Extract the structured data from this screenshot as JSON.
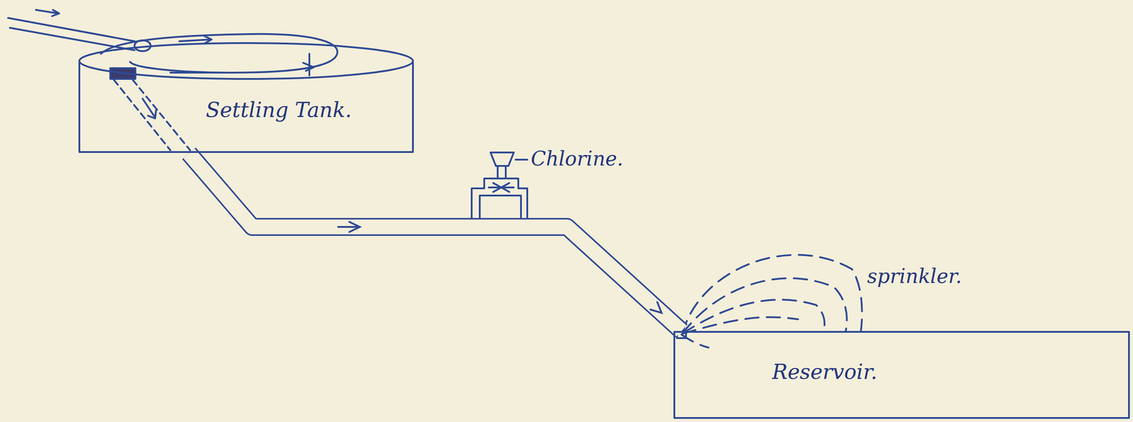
{
  "diagram": {
    "nodes": [
      {
        "text": [
          "Settling Tank."
        ]
      },
      {
        "text": [
          "Reservoir."
        ]
      }
    ],
    "edges": [
      {
        "from": 0,
        "to": 1,
        "arrow": "to"
      }
    ],
    "labels": [
      "Chlorine.",
      "sprinkler."
    ]
  }
}
